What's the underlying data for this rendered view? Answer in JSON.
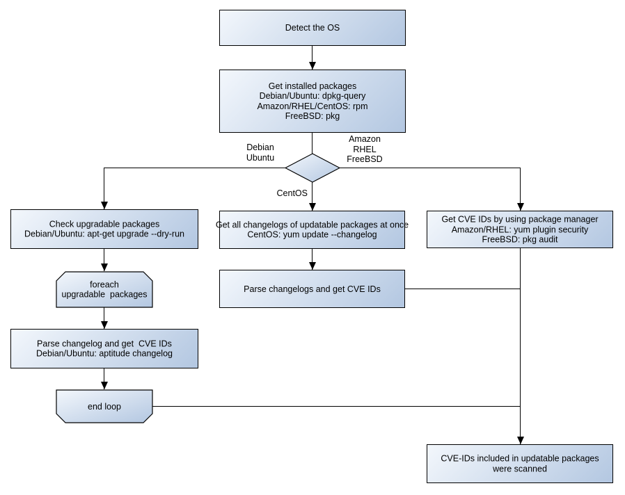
{
  "colors": {
    "background": "#ffffff",
    "node-fill-light": "#f3f7fc",
    "node-fill-dark": "#b3c7e1",
    "node-border": "#000000",
    "edge": "#000000",
    "text": "#000000"
  },
  "nodes": {
    "detect_os": {
      "label": "Detect the OS"
    },
    "get_installed_packages": {
      "label": "Get installed packages\nDebian/Ubuntu: dpkg-query\nAmazon/RHEL/CentOS: rpm\nFreeBSD: pkg"
    },
    "os_decision": {
      "shape": "diamond"
    },
    "check_upgradable_packages": {
      "label": "Check upgradable packages\nDebian/Ubuntu: apt-get upgrade --dry-run"
    },
    "foreach_loop_start": {
      "label": "foreach\nupgradable  packages"
    },
    "parse_changelog_debian": {
      "label": "Parse changelog and get  CVE IDs\nDebian/Ubuntu: aptitude changelog"
    },
    "end_loop": {
      "label": "end loop"
    },
    "get_all_changelogs": {
      "label": "Get all changelogs of updatable packages at once\nCentOS: yum update --changelog"
    },
    "parse_changelogs": {
      "label": "Parse changelogs and get CVE IDs"
    },
    "get_cve_ids_package_manager": {
      "label": "Get CVE IDs by using package manager\nAmazon/RHEL: yum plugin security\nFreeBSD: pkg audit"
    },
    "scan_result": {
      "label": "CVE-IDs included in updatable packages\nwere scanned"
    }
  },
  "edge_labels": {
    "debian_ubuntu": "Debian\nUbuntu",
    "amazon_rhel_freebsd": "Amazon\nRHEL\nFreeBSD",
    "centos": "CentOS"
  }
}
